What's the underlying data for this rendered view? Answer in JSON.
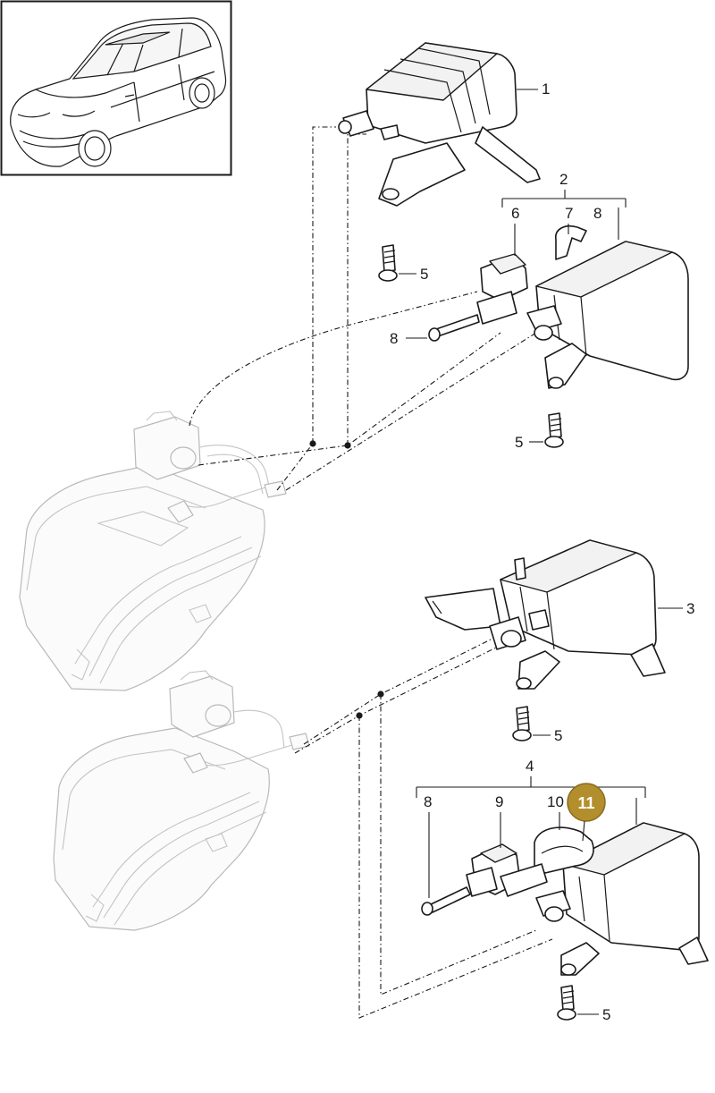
{
  "labels": {
    "p1": "1",
    "p2": "2",
    "p3": "3",
    "p4": "4",
    "p5a": "5",
    "p5b": "5",
    "p5c": "5",
    "p5d": "5",
    "p6": "6",
    "p7": "7",
    "p8a": "8",
    "p8b": "8",
    "p8c": "8",
    "p9": "9",
    "p10": "10",
    "p11": "11"
  },
  "colors": {
    "highlight_badge": "#b38e2c",
    "highlight_text": "#ffffff",
    "ink": "#1a1a1a",
    "ghost": "#b9b9b9"
  },
  "icons": {
    "vehicle": "suv-thumbnail-icon"
  }
}
